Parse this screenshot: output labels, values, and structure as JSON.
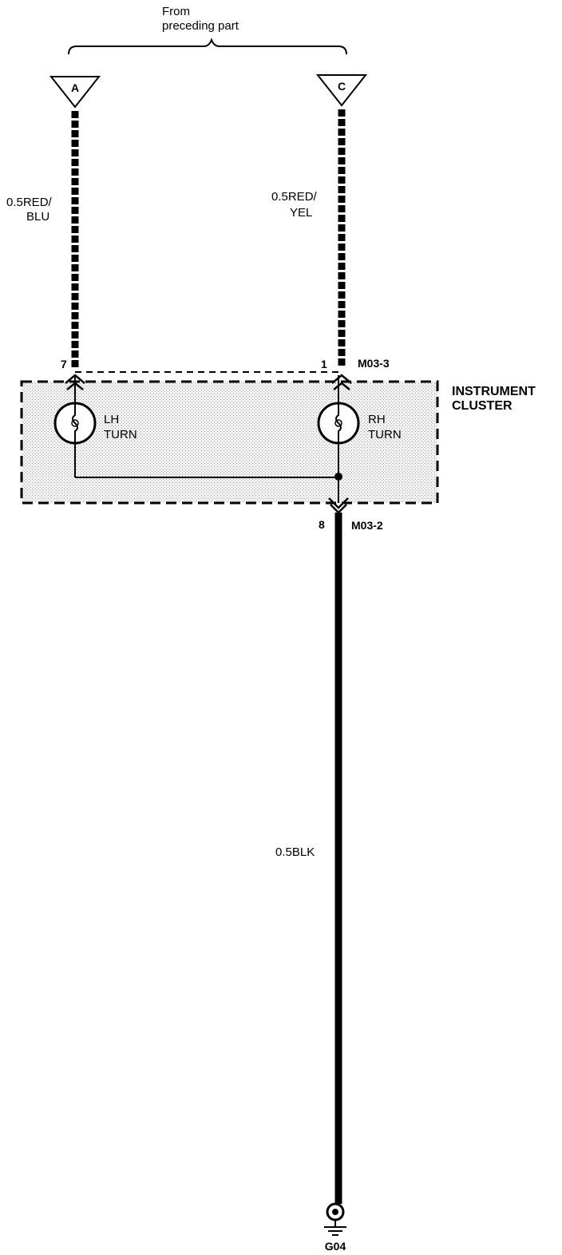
{
  "header": {
    "from_line1": "From",
    "from_line2": "preceding part"
  },
  "connectors": {
    "a": "A",
    "c": "C"
  },
  "wires": {
    "left_line1": "0.5RED/",
    "left_line2": "BLU",
    "right_line1": "0.5RED/",
    "right_line2": "YEL",
    "ground_wire": "0.5BLK"
  },
  "pins": {
    "left_pin": "7",
    "right_pin": "1",
    "bottom_pin": "8"
  },
  "connector_ids": {
    "top": "M03-3",
    "bottom": "M03-2"
  },
  "component": {
    "line1": "INSTRUMENT",
    "line2": "CLUSTER"
  },
  "lamps": {
    "lh_line1": "LH",
    "lh_line2": "TURN",
    "rh_line1": "RH",
    "rh_line2": "TURN"
  },
  "ground": {
    "label": "G04"
  },
  "colors": {
    "wire": "#000000",
    "cluster_fill": "#d9d9d9"
  }
}
